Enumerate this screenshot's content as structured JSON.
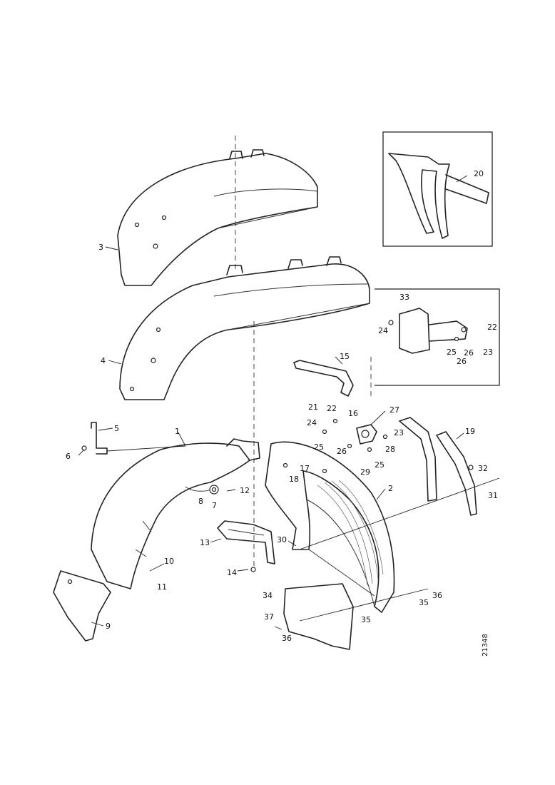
{
  "drawing": {
    "reference_number": "21348",
    "callouts": [
      {
        "id": "c1",
        "label": "1"
      },
      {
        "id": "c2",
        "label": "2"
      },
      {
        "id": "c3",
        "label": "3"
      },
      {
        "id": "c4",
        "label": "4"
      },
      {
        "id": "c5",
        "label": "5"
      },
      {
        "id": "c6",
        "label": "6"
      },
      {
        "id": "c7",
        "label": "7"
      },
      {
        "id": "c8",
        "label": "8"
      },
      {
        "id": "c9",
        "label": "9"
      },
      {
        "id": "c10",
        "label": "10"
      },
      {
        "id": "c11",
        "label": "11"
      },
      {
        "id": "c12",
        "label": "12"
      },
      {
        "id": "c13",
        "label": "13"
      },
      {
        "id": "c14",
        "label": "14"
      },
      {
        "id": "c15",
        "label": "15"
      },
      {
        "id": "c16",
        "label": "16"
      },
      {
        "id": "c17",
        "label": "17"
      },
      {
        "id": "c18",
        "label": "18"
      },
      {
        "id": "c19",
        "label": "19"
      },
      {
        "id": "c20",
        "label": "20"
      },
      {
        "id": "c21",
        "label": "21"
      },
      {
        "id": "c22a",
        "label": "22"
      },
      {
        "id": "c22b",
        "label": "22"
      },
      {
        "id": "c23a",
        "label": "23"
      },
      {
        "id": "c23b",
        "label": "23"
      },
      {
        "id": "c24a",
        "label": "24"
      },
      {
        "id": "c24b",
        "label": "24"
      },
      {
        "id": "c25a",
        "label": "25"
      },
      {
        "id": "c25b",
        "label": "25"
      },
      {
        "id": "c25c",
        "label": "25"
      },
      {
        "id": "c26a",
        "label": "26"
      },
      {
        "id": "c26b",
        "label": "26"
      },
      {
        "id": "c26c",
        "label": "26"
      },
      {
        "id": "c27",
        "label": "27"
      },
      {
        "id": "c28",
        "label": "28"
      },
      {
        "id": "c29",
        "label": "29"
      },
      {
        "id": "c30",
        "label": "30"
      },
      {
        "id": "c31",
        "label": "31"
      },
      {
        "id": "c32",
        "label": "32"
      },
      {
        "id": "c33",
        "label": "33"
      },
      {
        "id": "c34",
        "label": "34"
      },
      {
        "id": "c35a",
        "label": "35"
      },
      {
        "id": "c35b",
        "label": "35"
      },
      {
        "id": "c36a",
        "label": "36"
      },
      {
        "id": "c36b",
        "label": "36"
      },
      {
        "id": "c37",
        "label": "37"
      }
    ]
  }
}
